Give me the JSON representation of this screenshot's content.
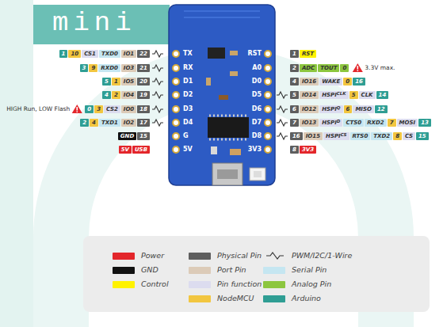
{
  "diagram": {
    "title": "mini",
    "labels": [
      "1",
      "10",
      "CS1",
      "TXD0",
      "IO1",
      "22",
      "3",
      "9",
      "RXD0",
      "IO3",
      "21",
      "5",
      "1",
      "IO5",
      "20",
      "4",
      "2",
      "IO4",
      "19",
      "0",
      "3",
      "CS2",
      "IO0",
      "18",
      "2",
      "4",
      "TXD1",
      "IO2",
      "17",
      "GND",
      "15",
      "5V",
      "USB",
      "1",
      "RST",
      "2",
      "ADC",
      "TOUT",
      "0",
      "4",
      "IO16",
      "WAKE",
      "0",
      "16",
      "5",
      "IO14",
      "HSPI",
      "CLK",
      "5",
      "CLK",
      "14",
      "6",
      "IO12",
      "HSPI",
      "Q",
      "6",
      "MISO",
      "12",
      "7",
      "IO13",
      "HSPI",
      "D",
      "CTS0",
      "RXD2",
      "7",
      "MOSI",
      "13",
      "16",
      "IO15",
      "HSPI",
      "CS",
      "RTS0",
      "TXD2",
      "8",
      "CS",
      "15",
      "8",
      "3V3",
      "TX",
      "RX",
      "D1",
      "D2",
      "D3",
      "D4",
      "G",
      "5V",
      "RST",
      "A0",
      "D0",
      "D5",
      "D6",
      "D7",
      "D8",
      "3V3",
      "HIGH Run, LOW Flash",
      "3.3V max."
    ],
    "legend": [
      {
        "text": "Power",
        "color": "#e3262b"
      },
      {
        "text": "GND",
        "color": "#111111"
      },
      {
        "text": "Control",
        "color": "#fff200"
      },
      {
        "text": "Physical Pin",
        "color": "#5e5e5e"
      },
      {
        "text": "Port Pin",
        "color": "#dccbb8"
      },
      {
        "text": "Pin function",
        "color": "#dcdcef"
      },
      {
        "text": "NodeMCU",
        "color": "#f2c640"
      },
      {
        "text": "PWM/I2C/1-Wire"
      },
      {
        "text": "Serial Pin",
        "color": "#c5e6f1"
      },
      {
        "text": "Analog Pin",
        "color": "#8cc63f"
      },
      {
        "text": "Arduino",
        "color": "#2f9e94"
      }
    ]
  }
}
